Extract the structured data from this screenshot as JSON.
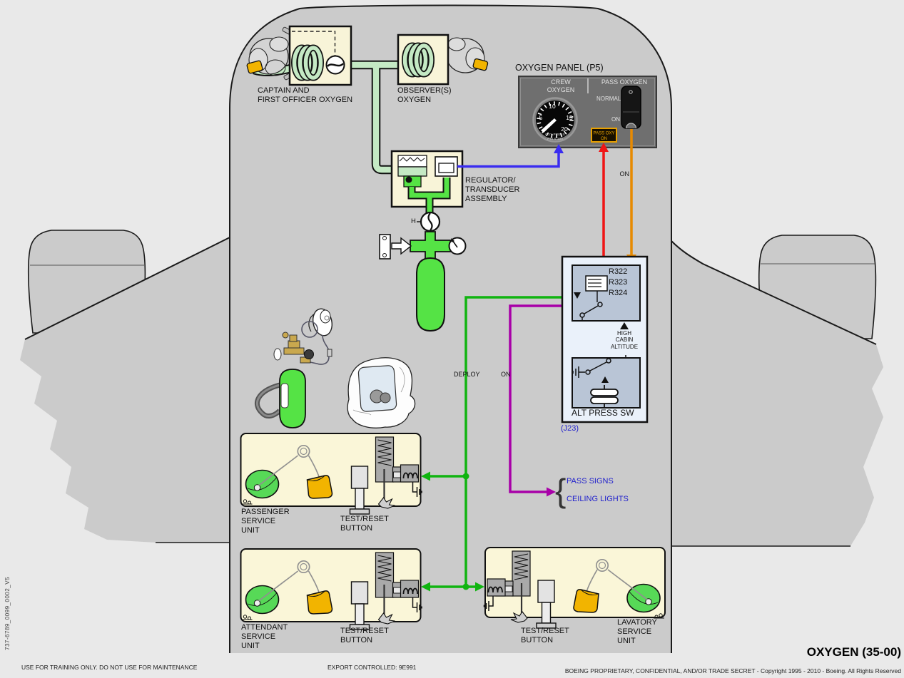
{
  "page": {
    "title": "OXYGEN (35-00)",
    "footer_left": "USE FOR TRAINING ONLY. DO NOT USE FOR MAINTENANCE",
    "footer_center": "EXPORT CONTROLLED: 9E991",
    "footer_right": "BOEING PROPRIETARY, CONFIDENTIAL, AND/OR TRADE SECRET - Copyright 1995 - 2010 - Boeing. All Rights Reserved",
    "doc_number": "737-6789_0099_0002_V5"
  },
  "crew_system": {
    "captain_label": "CAPTAIN AND\nFIRST OFFICER OXYGEN",
    "observer_label": "OBSERVER(S)\nOXYGEN",
    "regulator_label": "REGULATOR/\nTRANSDUCER\nASSEMBLY",
    "valve_handle": "H"
  },
  "oxygen_panel": {
    "title": "OXYGEN PANEL (P5)",
    "crew_oxygen": "CREW\nOXYGEN",
    "pass_oxygen": "PASS OXYGEN",
    "normal_label": "NORMAL",
    "on_label": "ON",
    "light_line1": "PASS OXY",
    "light_line2": "ON",
    "switch_wire_label": "ON",
    "gauge": {
      "ticks": [
        "5",
        "10",
        "15",
        "20"
      ],
      "caption_line1": "OXY PRESS",
      "caption_line2": "PSI X 100"
    }
  },
  "relay_module": {
    "relays": [
      "R322",
      "R323",
      "R324"
    ],
    "high_cabin_altitude": "HIGH\nCABIN\nALTITUDE",
    "alt_press_sw": "ALT PRESS SW",
    "connector": "(J23)"
  },
  "signals": {
    "deploy_label": "DEPLOY",
    "on_label": "ON",
    "brace": "{",
    "pass_signs": "PASS SIGNS",
    "ceiling_lights": "CEILING LIGHTS"
  },
  "service_units": {
    "passenger": {
      "name": "PASSENGER\nSERVICE\nUNIT",
      "button": "TEST/RESET\nBUTTON"
    },
    "attendant": {
      "name": "ATTENDANT\nSERVICE\nUNIT",
      "button": "TEST/RESET\nBUTTON"
    },
    "lavatory": {
      "name": "LAVATORY\nSERVICE\nUNIT",
      "button": "TEST/RESET\nBUTTON"
    }
  },
  "colors": {
    "deploy_green": "#10b410",
    "supply_green": "#c4e9c4",
    "oxygen_green": "#55e345",
    "signal_purple": "#a800a8",
    "signal_red": "#f01515",
    "signal_blue": "#3a2cf0",
    "signal_orange": "#e88a00",
    "amber": "#f0a800",
    "cream": "#f8f4d8",
    "blue_text": "#2222cc"
  }
}
